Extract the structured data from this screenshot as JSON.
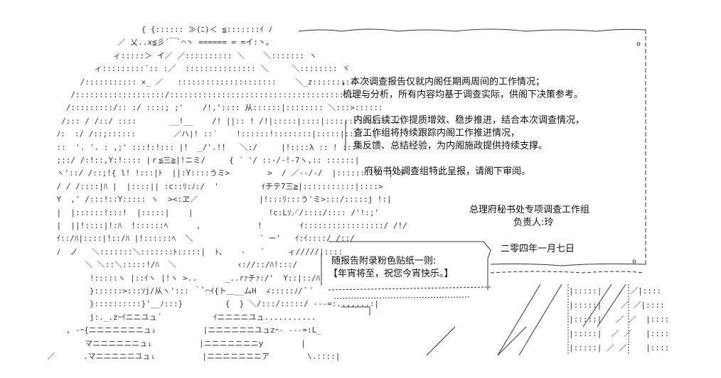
{
  "report": {
    "lines": [
      "，本次调查报告仅就内阁任期两周间的工作情况；",
      "梳理与分析，所有内容均基于调查实际，供阁下决策参考。",
      "内阁后续工作提质增效、稳步推进，结合本次调查情况，",
      "查工作组将持续跟踪内阁工作推进情况，",
      "集反馈、总结经验，为内阁施政提供持续支撑。",
      "府秘书处调查组特此呈报，请阁下审阅。"
    ],
    "signature_org": "总理府秘书处专项调查工作组",
    "signature_lead": "负责人:玲",
    "date": "二零四年一月七日"
  },
  "sticky_note": {
    "line1": "随报告附录粉色贴纸一则:",
    "line2": "【年宵将至，祝您今宵快乐。】"
  },
  "art": {
    "rows": [
      "                              { {:::::: ≫(ﾆ)＜ ≦:::::::ｲ ﾉ",
      "                         ／ 乂..x≦彡´￣ﾞ⌒丶 ====== = =イ:丶。",
      "                        ィ:::::＞ イ／ ／:::::::::: ＼    ＼::::::: ヽ",
      "                    ィ:::::::::´:: :／  ::::::::::::::: ＼     ＼:::::::: ヾ",
      "                 /::::::::::: ×_ ／   :::::::::::::::::::::    ＼_z:::::::::  丶",
      "               /:::::::::::::::::::/:::::::::::::::::::::::::::::::::::::::: :  ",
      "              /:::::::::/:: :/ ::::; ;'    /!,':::: 从::::::|:::::::: ＼:::>::::::",
      "             /::: / /::/ ::::       __!__    /! ||:: ! /!|:::::|::::|:::::::::::::::/\\",
      "            ﾉ:  :/ /::;::::::        ／ハ|! ::´    !::::::!::::::::|:::::|::::::|",
      "            ::  '. '. : ,;' :::!:!::: |!  _/'.!!   ＼:/     |!::::λ :: ! :::",
      "            ;::/ /:!::,Y:!:::: |ｒ≦三≧|!ニミ/     { ´ '/ ::-/-!-7ヽ,:: ::::::|",
      "            ヽ'::/ /::;!{ l! !:::|ﾄ  ||:Y::::うミ>        >  / ／--/-/  |:::::::::! | イ",
      "            / / /::::|ﾊ |  |::::|| :c::ﾘ:ﾉ:/  '         ｲチテ7三≧|:::::::::::|::::>",
      "            Y  ,' /:::!::Y::::: ヽ  ><:ヱ／             |!:::ﾘ:::う'ミ>:::/:::::j !:|",
      "            |  |::::::!:::!  |:::::|    |                !c:Lｿ／/::::/:::: /'!:;'",
      "            |  ||!::::|!:ﾊ  !::::::ﾍ      ,            !        ｲ:::::::::::::::::/ /!/",
      "            ｲ::/ﾊ|::::|!::/ﾊ |!::::::ﾍ  ＼              ´ ー'   ｲ:ｲ::::/ /::/",
      "            ﾉ  ノ   ＼:::::::＼:::::::ﾄ:::::|  ﾄ、   -   ´     ィ/////|::::   ",
      "                  ＼ ＼::＼:::::!/ﾊ  ＼             ｨ://::/ﾊ!:::/",
      "                   !:::::ヽ |::ｲヽ |!ヽ >..      _..rｧチｧ:/'  Y::|::/ﾊ",
      "                   }::::::>:::ｿj/从ヽ'::: ｀ﾞ⌒ｲ{ト＿__ムH  ∠:::::ﾉ/ ﾞ´",
      "                   }::::::::::}'__ﾉ:::}         {  } ＼/:::/:::::/ ---=:..,,...:|",
      "                   j:._.zｰｲニニユュ´           ｲニニニニユュ...........",
      "              , -ｰ{ニニニニニニニュ₁          |ニニニニニニユュzｰ- ---=:L_",
      "                  マニニニニニニュ₁          |ニニニニニニニy        |",
      "          ／      .マニニニニニユュ₁          |ニニニニニニニア        \\.::::|"
    ],
    "right_rows": [
      "|:::::|      ／|::::",
      "|:::::|    ／ ／|::::",
      "|:::::|   ／ ／  |::::",
      "|:::::|  ／ ／   |::::",
      "|:::::| ／ ／    |::::"
    ]
  }
}
